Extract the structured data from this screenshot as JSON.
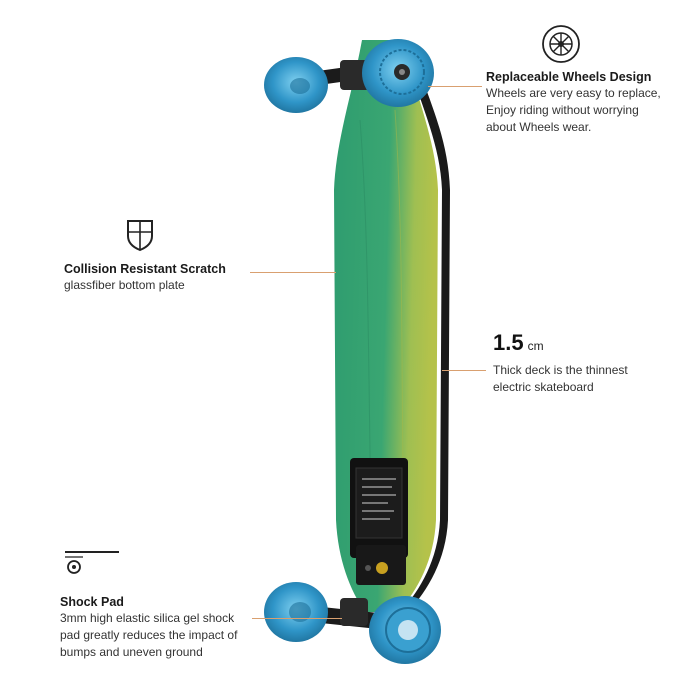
{
  "colors": {
    "accent_line": "#d9a070",
    "deck_green": "#2e9c6f",
    "deck_yellow": "#b5c24a",
    "wheel_blue": "#2f95c8"
  },
  "wheels": {
    "icon": "wheel-icon",
    "title": "Replaceable Wheels Design",
    "lines": [
      "Wheels are very easy to replace,",
      "Enjoy riding without worrying",
      "about Wheels wear."
    ]
  },
  "collision": {
    "icon": "shield-icon",
    "title": "Collision Resistant Scratch",
    "lines": [
      "glassfiber bottom plate"
    ]
  },
  "thickness": {
    "value": "1.5",
    "unit": "cm",
    "lines": [
      "Thick deck is the thinnest",
      "electric skateboard"
    ]
  },
  "shock": {
    "icon": "shock-pad-icon",
    "title": "Shock Pad",
    "lines": [
      "3mm high elastic silica gel shock",
      "pad greatly reduces the impact of",
      "bumps and uneven ground"
    ]
  }
}
